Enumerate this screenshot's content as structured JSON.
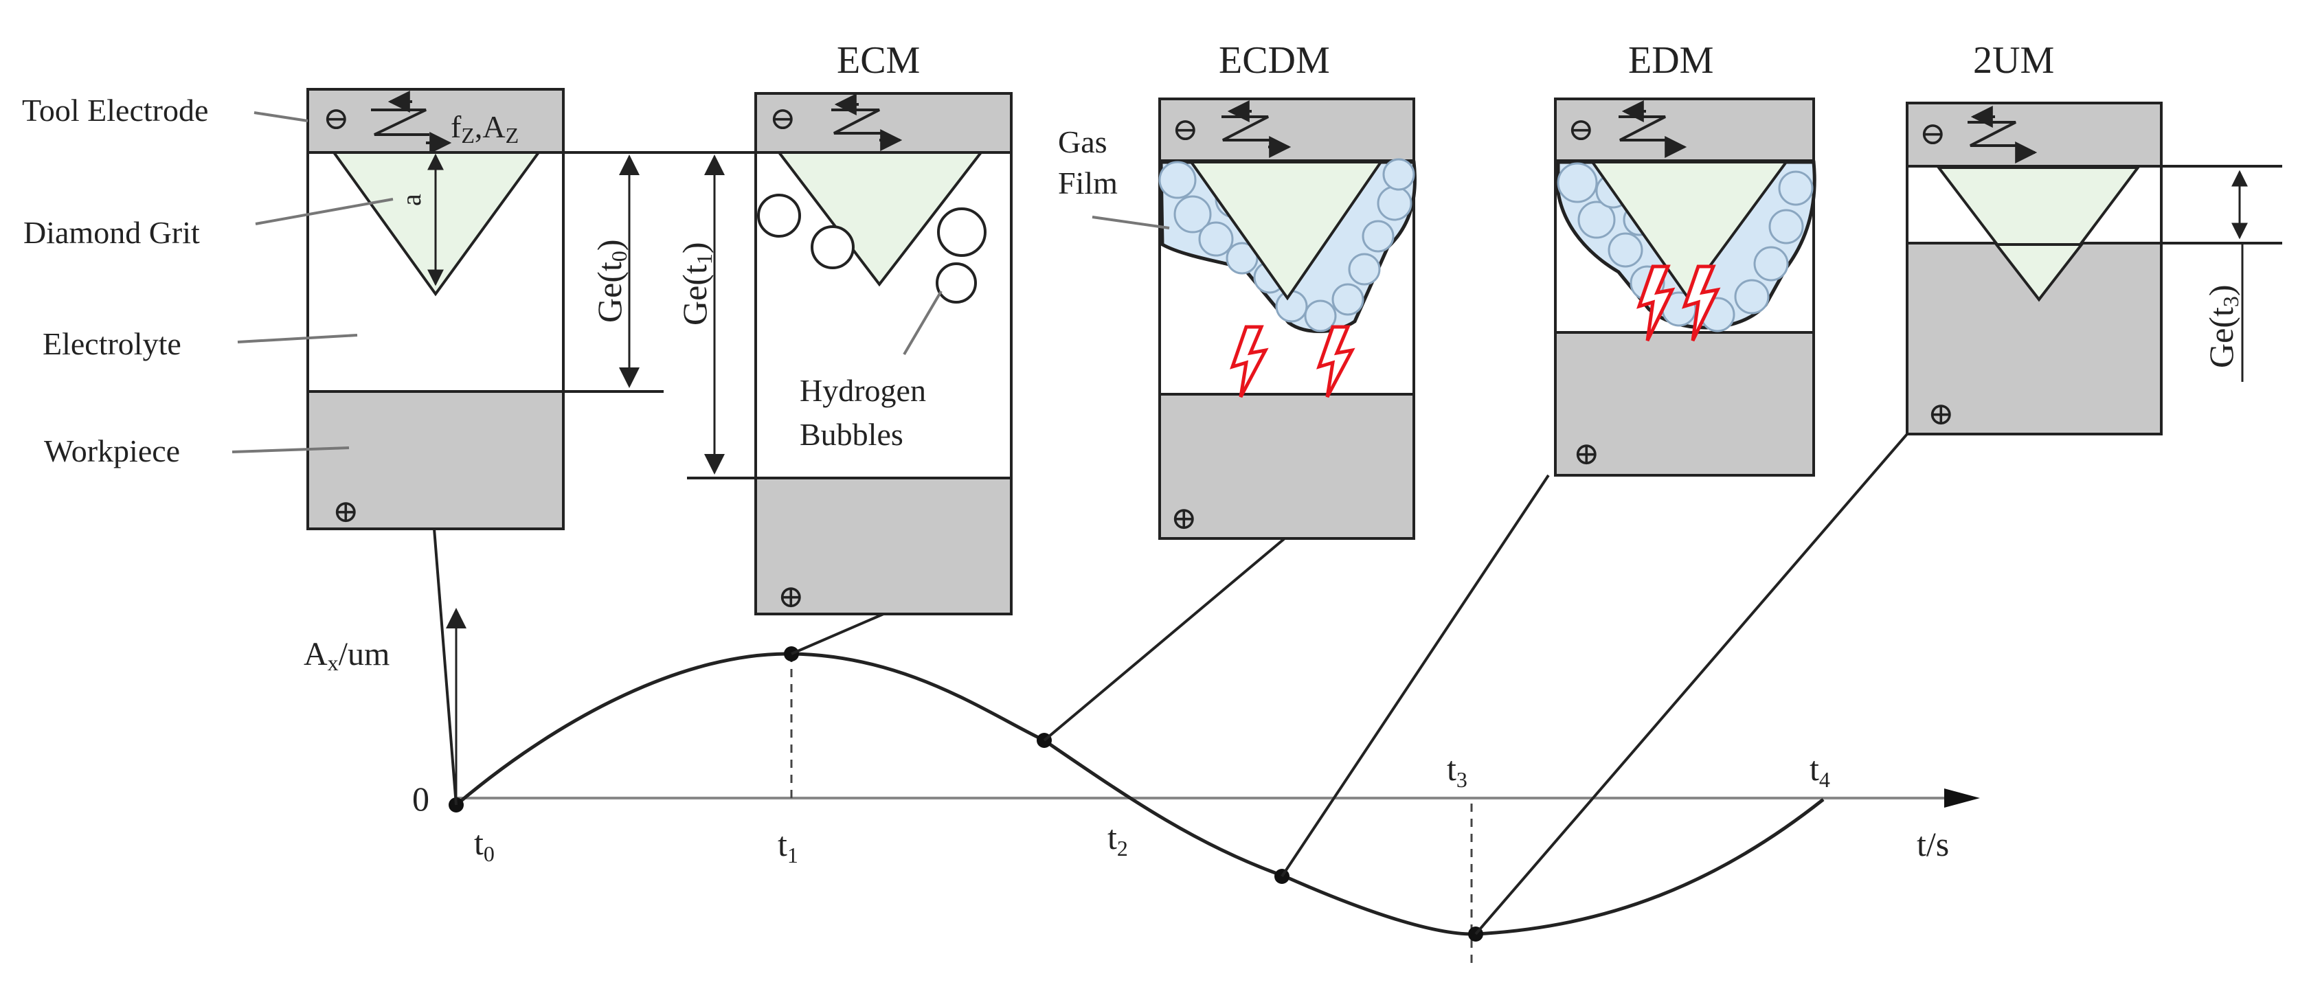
{
  "titles": {
    "ecm": "ECM",
    "ecdm": "ECDM",
    "edm": "EDM",
    "uum": "2UM"
  },
  "left_labels": {
    "tool_electrode": "Tool Electrode",
    "diamond_grit": "Diamond Grit",
    "electrolyte": "Electrolyte",
    "workpiece": "Workpiece"
  },
  "annotations": {
    "vibration": "f",
    "vibration_sub": "Z",
    "vibration_sep": ",A",
    "vibration_sub2": "Z",
    "grit_height": "a",
    "gap0_main": "Ge(t",
    "gap0_sub": "0",
    "gap1_main": "Ge(t",
    "gap1_sub": "1",
    "gap3_main": "Ge(t",
    "gap3_sub": "3",
    "close_paren": ")",
    "hydrogen_1": "Hydrogen",
    "hydrogen_2": "Bubbles",
    "gas_1": "Gas",
    "gas_2": "Film"
  },
  "axis": {
    "y_main": "A",
    "y_sub": "x",
    "y_unit": "/um",
    "x_label": "t/s",
    "origin": "0",
    "t_main": "t",
    "t0_sub": "0",
    "t1_sub": "1",
    "t2_sub": "2",
    "t3_sub": "3",
    "t4_sub": "4"
  },
  "symbols": {
    "minus": "⊖",
    "plus": "⊕"
  },
  "colors": {
    "electrode": "#c8c8c8",
    "grit": "#e9f4e6",
    "bubble": "#d4e6f5",
    "spark": "#e8141c",
    "line": "#222222"
  }
}
